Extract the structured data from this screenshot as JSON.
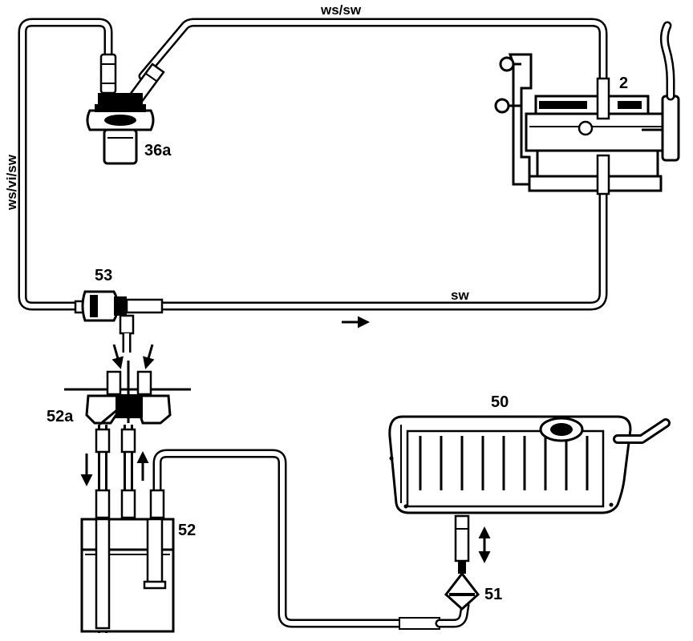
{
  "labels": {
    "carburetor": "2",
    "valve_36a": "36a",
    "canister": "50",
    "valve_51": "51",
    "filter_52": "52",
    "part_52a": "52a",
    "valve_53": "53",
    "hose_top": "ws/sw",
    "hose_left": "ws/vi/sw",
    "hose_right": "sw"
  }
}
